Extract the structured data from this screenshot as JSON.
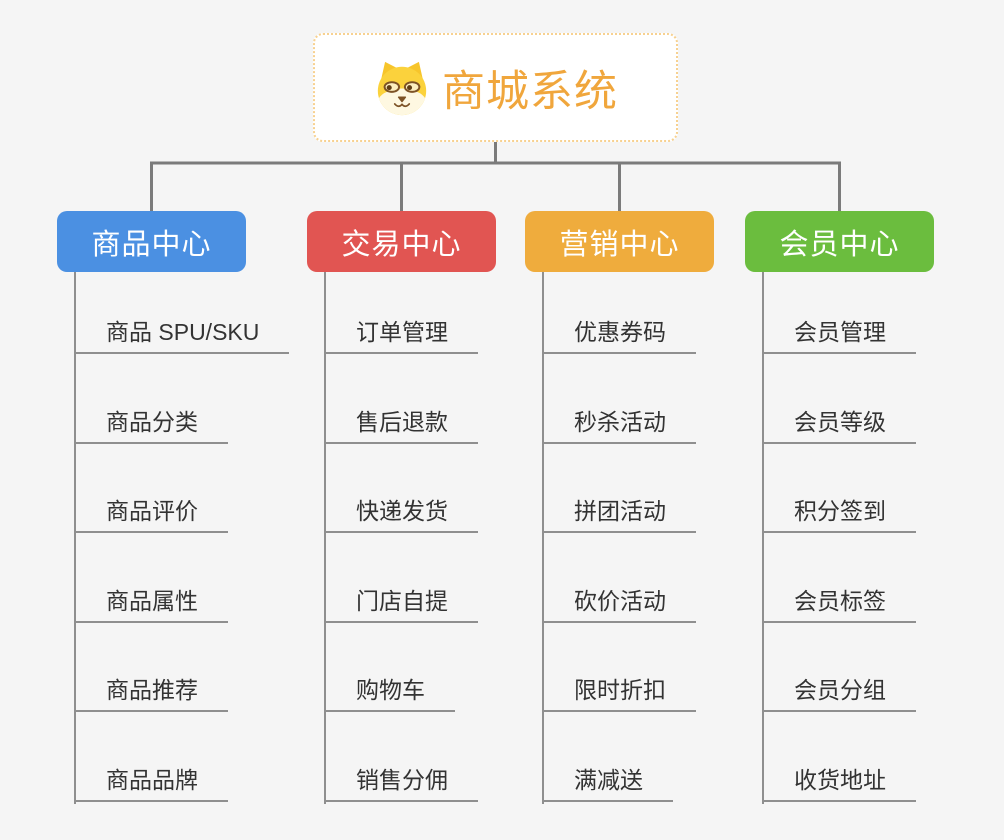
{
  "root": {
    "title": "商城系统",
    "title_color": "#f0a63c",
    "border_color": "#f7d190",
    "icon": "dog-icon"
  },
  "connector_color": "#7b7b7b",
  "line_color": "#8f8f8f",
  "branches": [
    {
      "label": "商品中心",
      "color": "#4b90e2",
      "items": [
        "商品 SPU/SKU",
        "商品分类",
        "商品评价",
        "商品属性",
        "商品推荐",
        "商品品牌"
      ]
    },
    {
      "label": "交易中心",
      "color": "#e15552",
      "items": [
        "订单管理",
        "售后退款",
        "快递发货",
        "门店自提",
        "购物车",
        "销售分佣"
      ]
    },
    {
      "label": "营销中心",
      "color": "#efac3d",
      "items": [
        "优惠券码",
        "秒杀活动",
        "拼团活动",
        "砍价活动",
        "限时折扣",
        "满减送"
      ]
    },
    {
      "label": "会员中心",
      "color": "#6bbd3e",
      "items": [
        "会员管理",
        "会员等级",
        "积分签到",
        "会员标签",
        "会员分组",
        "收货地址"
      ]
    }
  ]
}
